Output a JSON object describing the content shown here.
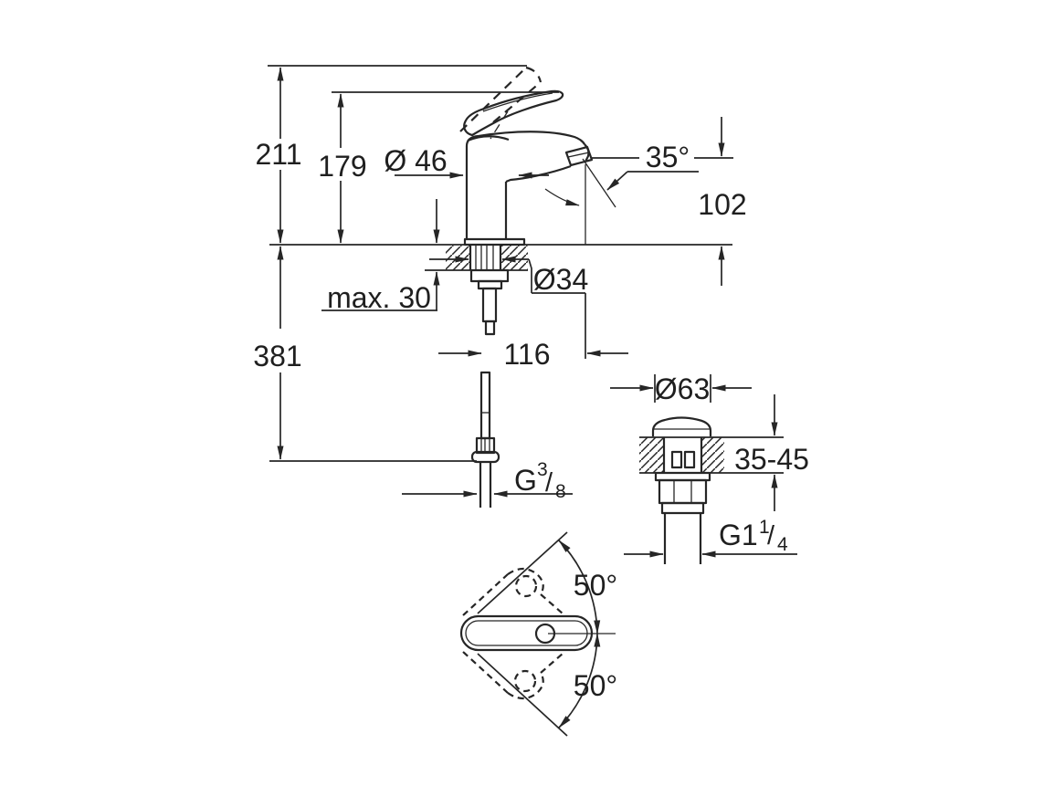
{
  "colors": {
    "line": "#262626",
    "text": "#1f1f1f",
    "background": "#ffffff"
  },
  "main_view": {
    "height_overall": "211",
    "height_to_lever": "179",
    "body_diameter": "Ø 46",
    "spout_angle": "35°",
    "spout_outlet_height": "102",
    "max_deck_thickness": "max. 30",
    "shank_diameter": "Ø34",
    "depth_below_deck": "381",
    "spout_reach": "116",
    "supply_thread": {
      "g": "G",
      "numerator": "3",
      "slash": "/",
      "denominator": "8"
    }
  },
  "drain_view": {
    "cap_diameter": "Ø63",
    "deck_thickness_range": "35-45",
    "waste_thread": {
      "g": "G1",
      "numerator": "1",
      "slash": "/",
      "denominator": "4"
    }
  },
  "top_view": {
    "swing_angle_upper": "50°",
    "swing_angle_lower": "50°"
  }
}
